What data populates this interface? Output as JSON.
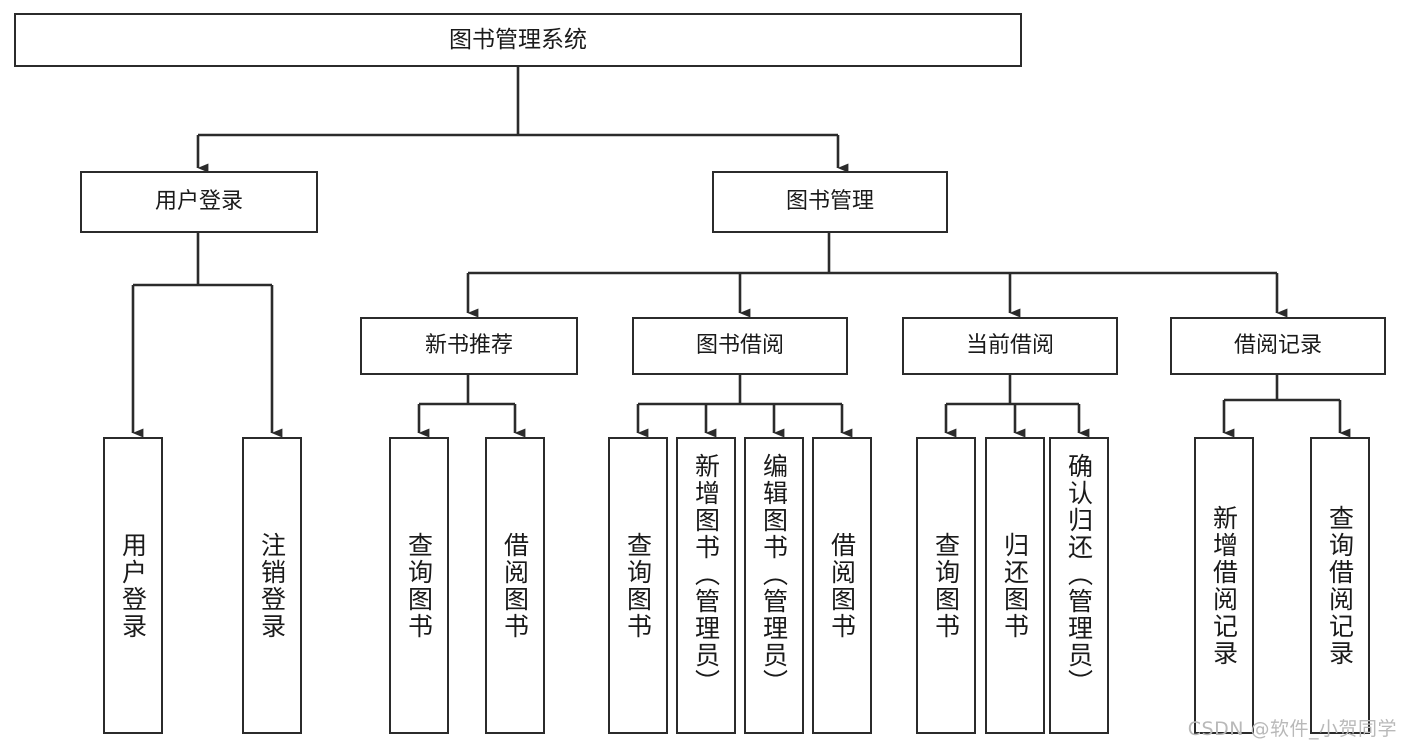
{
  "diagram": {
    "type": "tree-hierarchy",
    "title": "图书管理系统",
    "watermark": "CSDN @软件_小贺同学",
    "colors": {
      "line": "#2b2b2b",
      "box_border": "#2b2b2b",
      "background": "#ffffff",
      "text": "#1a1a1a",
      "watermark": "#b9b9b9"
    },
    "nodes": {
      "root": {
        "label": "图书管理系统"
      },
      "level2": [
        {
          "id": "user-login",
          "label": "用户登录"
        },
        {
          "id": "book-management",
          "label": "图书管理"
        }
      ],
      "level3": [
        {
          "id": "new-book-recommend",
          "label": "新书推荐"
        },
        {
          "id": "book-borrow",
          "label": "图书借阅"
        },
        {
          "id": "current-borrow",
          "label": "当前借阅"
        },
        {
          "id": "borrow-record",
          "label": "借阅记录"
        }
      ],
      "leaves": {
        "user-login": [
          {
            "id": "leaf-user-login",
            "label": "用户登录"
          },
          {
            "id": "leaf-logout",
            "label": "注销登录"
          }
        ],
        "new-book-recommend": [
          {
            "id": "leaf-query-book-1",
            "label": "查询图书"
          },
          {
            "id": "leaf-borrow-book-1",
            "label": "借阅图书"
          }
        ],
        "book-borrow": [
          {
            "id": "leaf-query-book-2",
            "label": "查询图书"
          },
          {
            "id": "leaf-add-book",
            "label": "新增图书（管理员）"
          },
          {
            "id": "leaf-edit-book",
            "label": "编辑图书（管理员）"
          },
          {
            "id": "leaf-borrow-book-2",
            "label": "借阅图书"
          }
        ],
        "current-borrow": [
          {
            "id": "leaf-query-book-3",
            "label": "查询图书"
          },
          {
            "id": "leaf-return-book",
            "label": "归还图书"
          },
          {
            "id": "leaf-confirm-return",
            "label": "确认归还（管理员）"
          }
        ],
        "borrow-record": [
          {
            "id": "leaf-add-record",
            "label": "新增借阅记录"
          },
          {
            "id": "leaf-query-record",
            "label": "查询借阅记录"
          }
        ]
      }
    }
  }
}
